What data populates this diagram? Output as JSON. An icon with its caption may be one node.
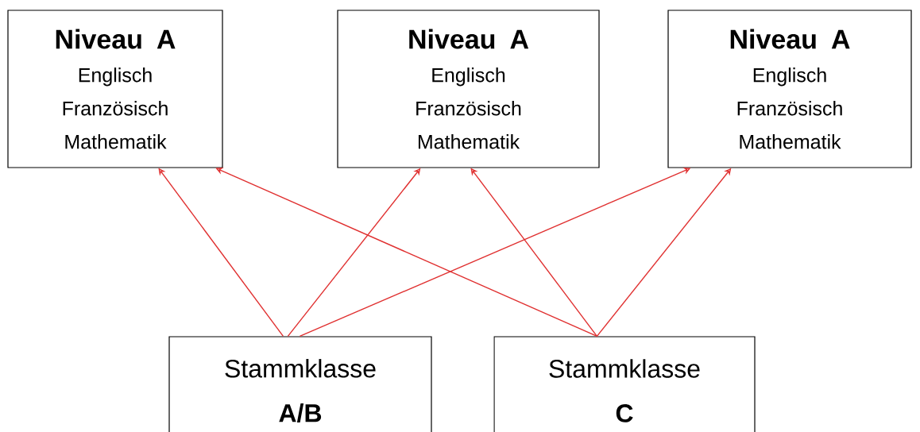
{
  "diagram": {
    "nodes": [
      {
        "text": [
          "Niveau A",
          "Englisch",
          "Französisch",
          "Mathematik"
        ]
      },
      {
        "text": [
          "Niveau A",
          "Englisch",
          "Französisch",
          "Mathematik"
        ]
      },
      {
        "text": [
          "Niveau A",
          "Englisch",
          "Französisch",
          "Mathematik"
        ]
      },
      {
        "text": [
          "Stammklasse",
          "A/B"
        ]
      },
      {
        "text": [
          "Stammklasse",
          "C"
        ]
      }
    ],
    "edges": [
      {
        "from": 3,
        "to": 0,
        "arrow": "to"
      },
      {
        "from": 3,
        "to": 1,
        "arrow": "to"
      },
      {
        "from": 3,
        "to": 2,
        "arrow": "to"
      },
      {
        "from": 4,
        "to": 0,
        "arrow": "to"
      },
      {
        "from": 4,
        "to": 1,
        "arrow": "to"
      },
      {
        "from": 4,
        "to": 2,
        "arrow": "to"
      }
    ]
  }
}
